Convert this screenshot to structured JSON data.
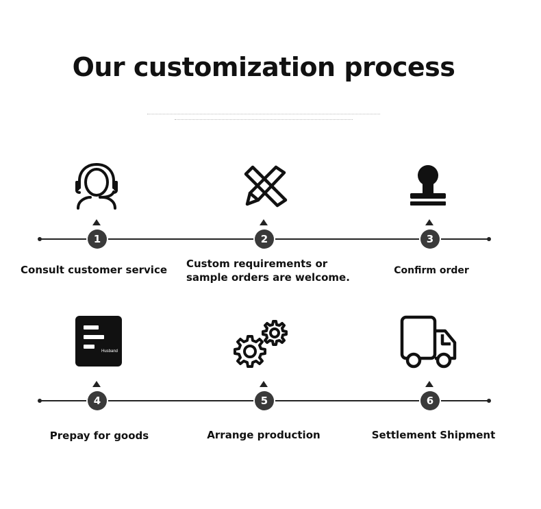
{
  "header": {
    "title": "Our customization process"
  },
  "steps": [
    {
      "number": "1",
      "label": "Consult customer service",
      "icon": "headset-icon"
    },
    {
      "number": "2",
      "label": "Custom requirements or sample orders are welcome.",
      "icon": "pencil-ruler-icon"
    },
    {
      "number": "3",
      "label": "Confirm order",
      "icon": "stamp-icon"
    },
    {
      "number": "4",
      "label": "Prepay for goods",
      "icon": "payment-app-icon",
      "icon_text": "Husband"
    },
    {
      "number": "5",
      "label": "Arrange production",
      "icon": "gears-icon"
    },
    {
      "number": "6",
      "label": "Settlement Shipment",
      "icon": "truck-icon"
    }
  ],
  "colors": {
    "node": "#3a3a3a",
    "line": "#222222",
    "text": "#111111"
  }
}
